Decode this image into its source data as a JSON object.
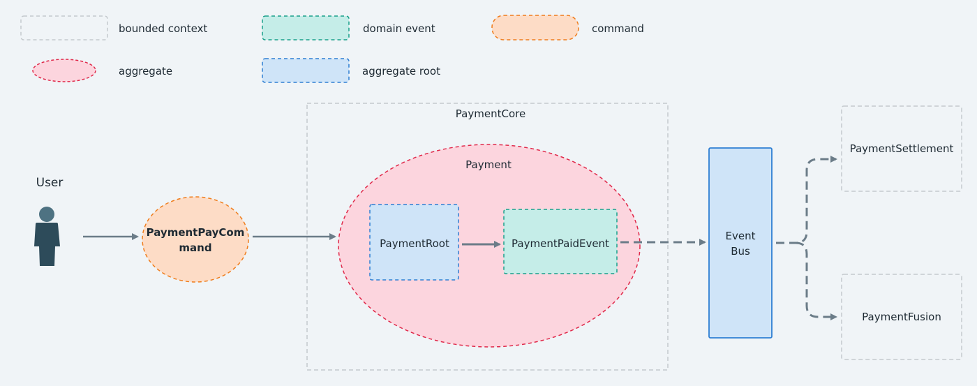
{
  "legend": {
    "bounded_context": "bounded context",
    "domain_event": "domain event",
    "command": "command",
    "aggregate": "aggregate",
    "aggregate_root": "aggregate root"
  },
  "actor": {
    "label": "User",
    "icon": "user-icon"
  },
  "command": {
    "line1": "PaymentPayCom",
    "line2": "mand"
  },
  "bounded_context": {
    "title": "PaymentCore"
  },
  "aggregate": {
    "title": "Payment"
  },
  "aggregate_root": {
    "label": "PaymentRoot"
  },
  "domain_event": {
    "label": "PaymentPaidEvent"
  },
  "event_bus": {
    "line1": "Event",
    "line2": "Bus"
  },
  "consumers": [
    {
      "label": "PaymentSettlement"
    },
    {
      "label": "PaymentFusion"
    }
  ],
  "colors": {
    "background": "#f0f4f7",
    "context_border": "#c4c9cd",
    "event_fill": "#c5ede8",
    "event_border": "#1aa08a",
    "command_fill": "#fddcc6",
    "command_border": "#ef7d1d",
    "aggregate_fill": "#fcd5de",
    "aggregate_border": "#e0294a",
    "root_fill": "#cfe4f8",
    "root_border": "#2f7fd3",
    "bus_fill": "#cfe4f8",
    "bus_border": "#2f7fd3",
    "arrow": "#6b7c88",
    "user_icon": "#2d4b5a"
  }
}
